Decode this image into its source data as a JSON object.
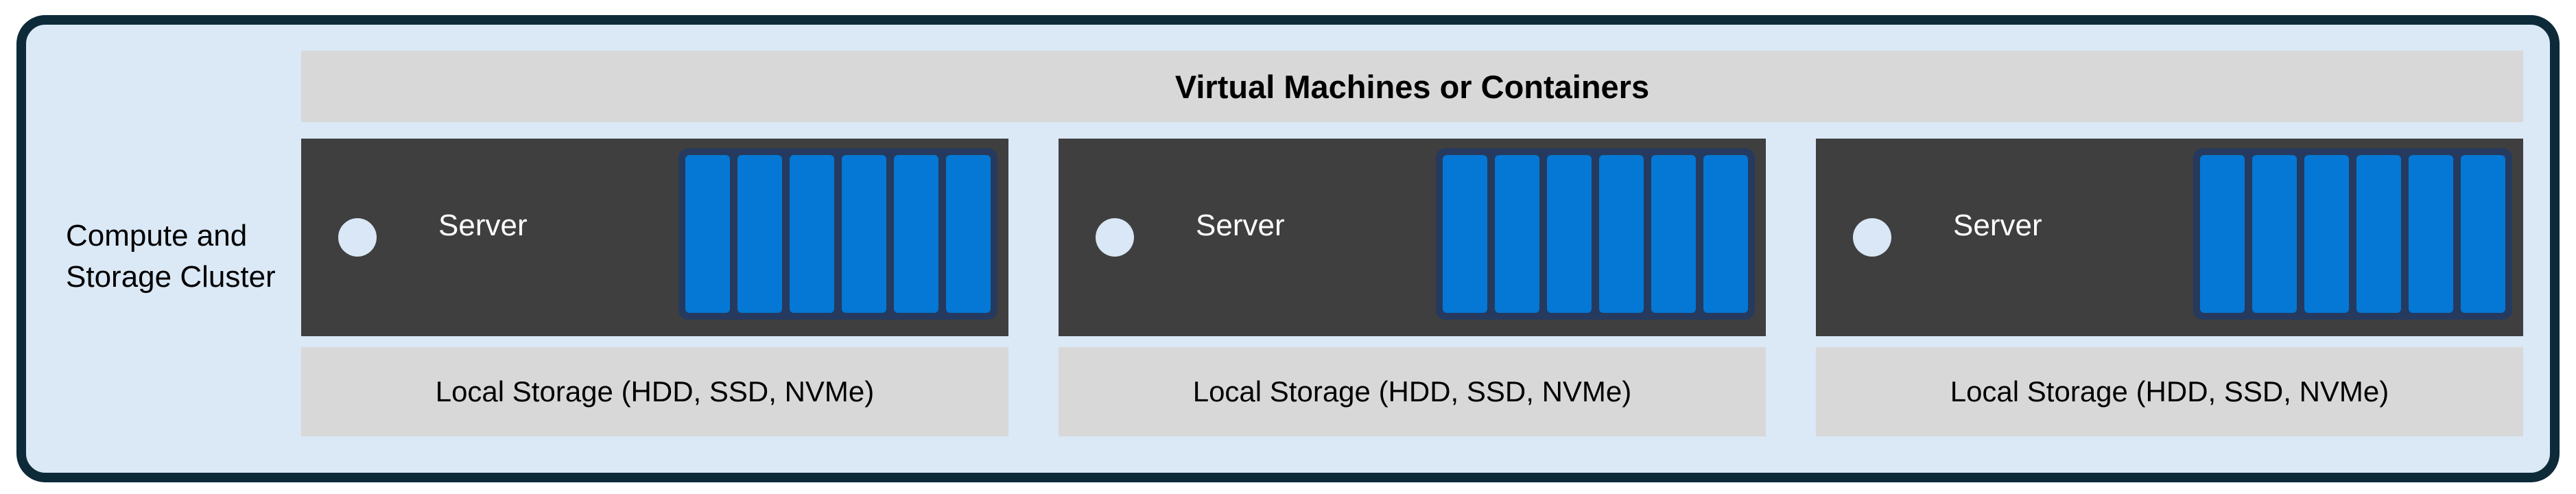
{
  "cluster": {
    "label_line1": "Compute and",
    "label_line2": "Storage Cluster"
  },
  "banner": {
    "label": "Virtual Machines or Containers"
  },
  "columns": [
    {
      "server_label": "Server",
      "disk_count": 6,
      "storage_label": "Local Storage (HDD, SSD, NVMe)"
    },
    {
      "server_label": "Server",
      "disk_count": 6,
      "storage_label": "Local Storage (HDD, SSD, NVMe)"
    },
    {
      "server_label": "Server",
      "disk_count": 6,
      "storage_label": "Local Storage (HDD, SSD, NVMe)"
    }
  ],
  "colors": {
    "cluster_background": "#dbe8f6",
    "cluster_border": "#0d2a39",
    "panel_gray": "#d8d8d8",
    "server_body": "#3f3f3f",
    "disk_fill": "#0478d4",
    "disk_outline": "#253a5e",
    "server_led": "#d9e7f6",
    "server_text": "#ffffff",
    "text": "#000000"
  }
}
